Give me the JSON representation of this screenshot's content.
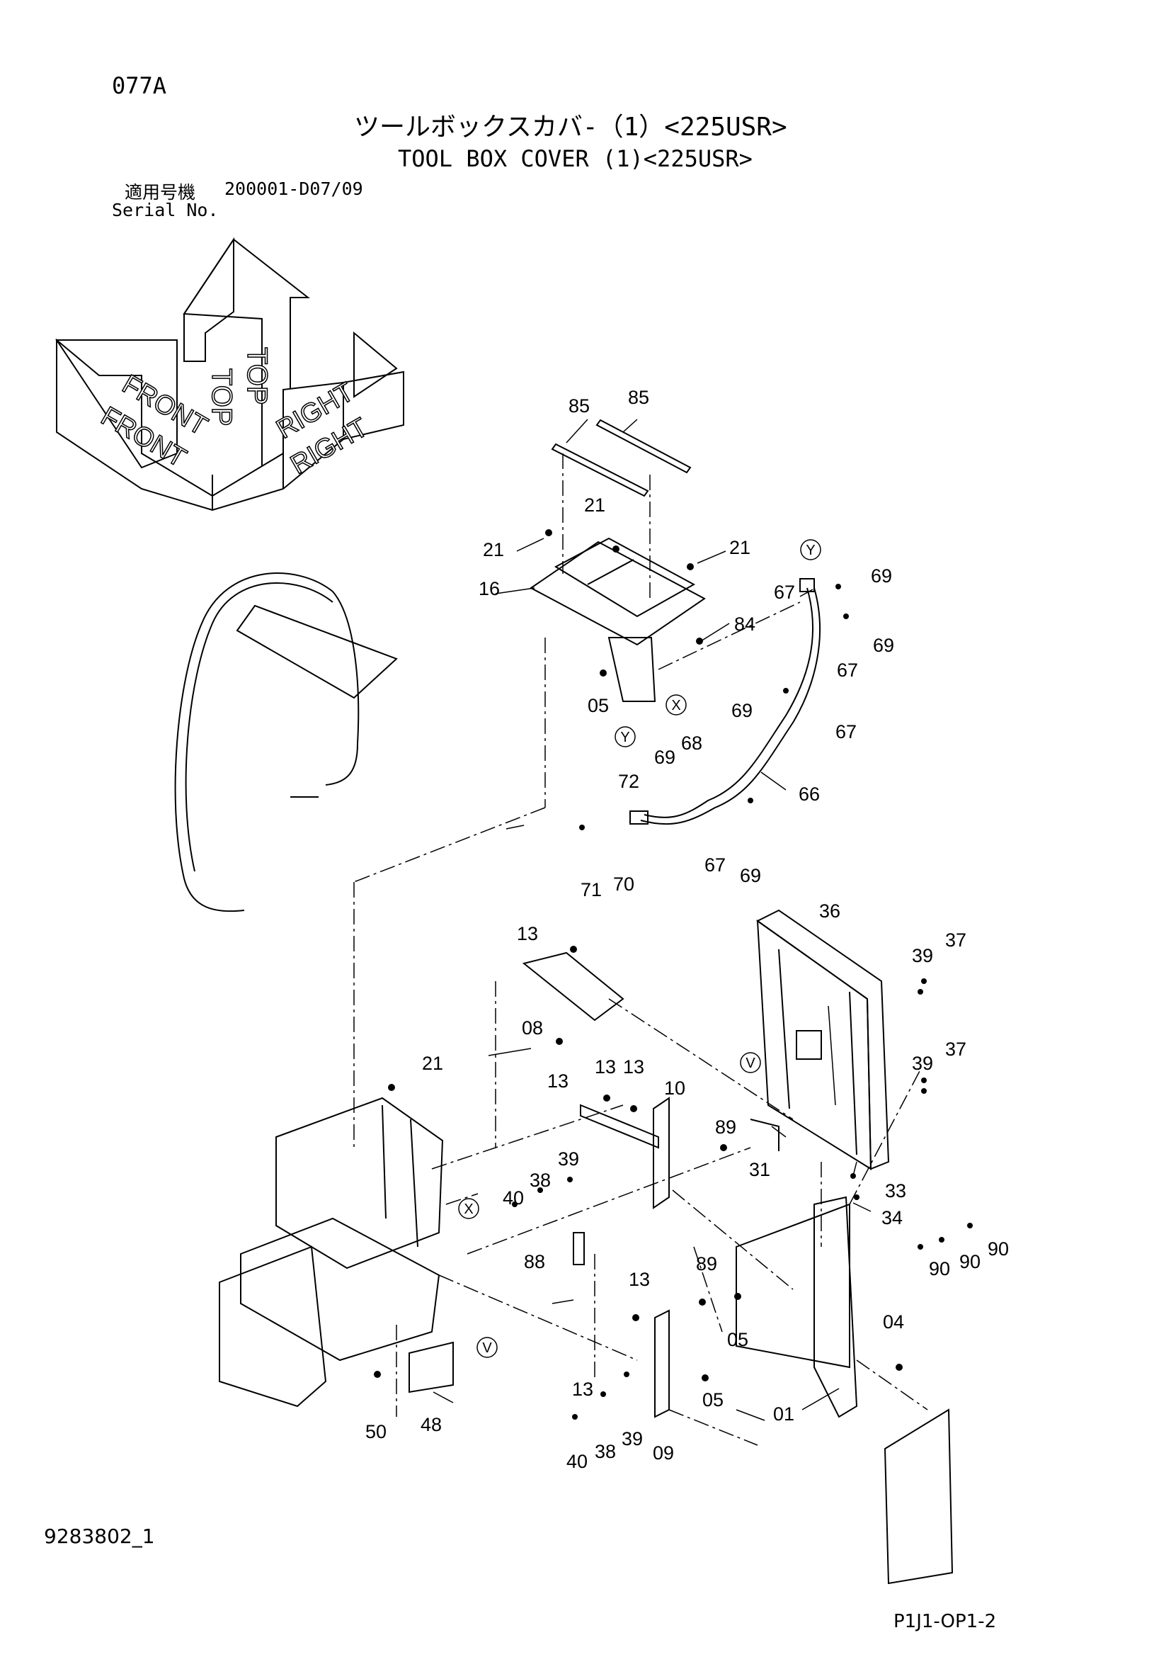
{
  "header": {
    "page_code": "077A",
    "title_jp": "ツールボックスカバ-（1）<225USR>",
    "title_en": "TOOL BOX COVER (1)<225USR>",
    "serial_label_jp": "適用号機",
    "serial_value": "200001-D07/09",
    "serial_label_en": "Serial No."
  },
  "orientation": {
    "top": "TOP",
    "front": "FRONT",
    "right": "RIGHT"
  },
  "callouts": {
    "c85a": "85",
    "c85b": "85",
    "c21a": "21",
    "c21b": "21",
    "c21c": "21",
    "c21d": "21",
    "c16": "16",
    "c84": "84",
    "c05a": "05",
    "ref_x": "X",
    "ref_y": "Y",
    "c67a": "67",
    "c67b": "67",
    "c67c": "67",
    "c67d": "67",
    "c69a": "69",
    "c69b": "69",
    "c69c": "69",
    "c69d": "69",
    "c69e": "69",
    "c66": "66",
    "c68": "68",
    "c72": "72",
    "c70": "70",
    "c71": "71",
    "c36": "36",
    "c37a": "37",
    "c37b": "37",
    "c39a": "39",
    "c39b": "39",
    "ref_v": "V",
    "c13a": "13",
    "c13b": "13",
    "c13c": "13",
    "c13d": "13",
    "c13e": "13",
    "c13f": "13",
    "c08": "08",
    "c10": "10",
    "c89a": "89",
    "c89b": "89",
    "c31": "31",
    "c33": "33",
    "c34": "34",
    "c40a": "40",
    "c38a": "38",
    "c39c": "39",
    "c88": "88",
    "c90a": "90",
    "c90b": "90",
    "c90c": "90",
    "c05b": "05",
    "c05c": "05",
    "c04": "04",
    "c01": "01",
    "c09": "09",
    "c40b": "40",
    "c38b": "38",
    "c39d": "39",
    "c50": "50",
    "c48": "48"
  },
  "footer": {
    "drawing_no": "9283802_1",
    "page_ref": "P1J1-OP1-2"
  }
}
